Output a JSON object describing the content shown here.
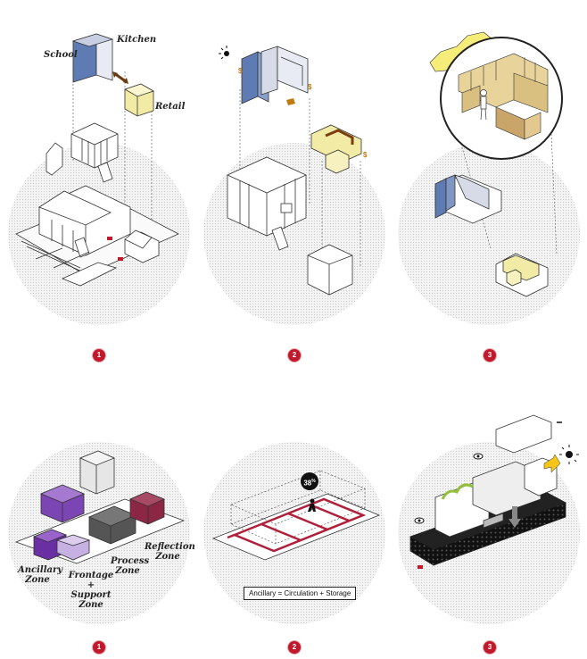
{
  "colors": {
    "school": "#5f7bb3",
    "kitchen": "#d7dbe8",
    "retail": "#f2eba6",
    "badge": "#c0192b",
    "ancillary": "#7b45b3",
    "process": "#555555",
    "reflection": "#8b2744",
    "circulation": "#b0203b",
    "green_roof": "#93bf3c"
  },
  "row1": {
    "panel1": {
      "labels": {
        "school": "School",
        "kitchen": "Kitchen",
        "retail": "Retail"
      },
      "badge": "1"
    },
    "panel2": {
      "badge": "2"
    },
    "panel3": {
      "badge": "3"
    }
  },
  "row2": {
    "panel1": {
      "labels": {
        "ancillary": "Ancillary Zone",
        "frontage": "Frontage + Support Zone",
        "process": "Process Zone",
        "reflection": "Reflection Zone"
      },
      "badge": "1"
    },
    "panel2": {
      "formula": "Ancillary = Circulation + Storage",
      "percent": "38",
      "percent_unit": "%",
      "badge": "2"
    },
    "panel3": {
      "badge": "3"
    }
  },
  "icons": [
    "sun-icon",
    "eye-icon",
    "person-icon",
    "arrow-icon"
  ]
}
